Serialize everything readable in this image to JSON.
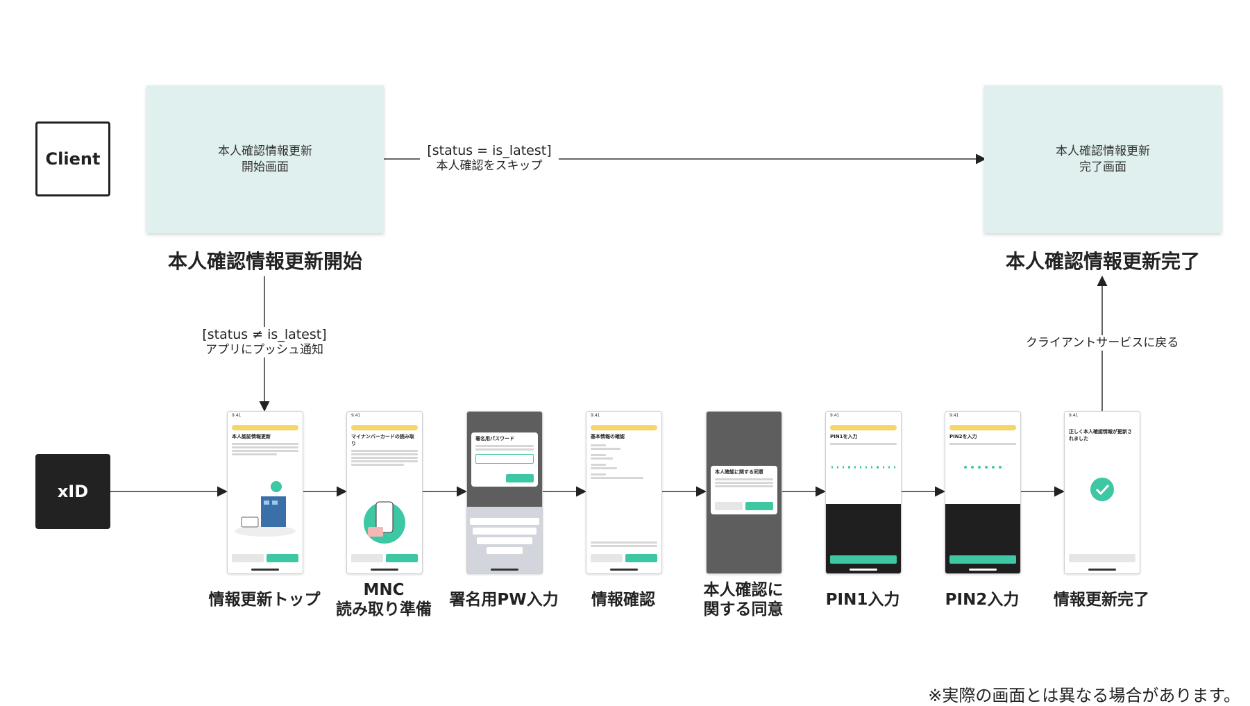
{
  "lanes": {
    "client": "Client",
    "xid": "xID"
  },
  "client_boxes": {
    "start": {
      "line1": "本人確認情報更新",
      "line2": "開始画面"
    },
    "end": {
      "line1": "本人確認情報更新",
      "line2": "完了画面"
    }
  },
  "headings": {
    "start": "本人確認情報更新開始",
    "end": "本人確認情報更新完了"
  },
  "edges": {
    "skip": {
      "code": "[status = is_latest]",
      "text": "本人確認をスキップ"
    },
    "push": {
      "code": "[status ≠ is_latest]",
      "text": "アプリにプッシュ通知"
    },
    "back": {
      "text": "クライアントサービスに戻る"
    }
  },
  "screens": [
    {
      "cap1": "情報更新トップ",
      "cap2": "",
      "title": "本人認証情報更新"
    },
    {
      "cap1": "MNC",
      "cap2": "読み取り準備",
      "title": "マイナンバーカードの読み取り"
    },
    {
      "cap1": "署名用PW入力",
      "cap2": "",
      "title": "署名用パスワード"
    },
    {
      "cap1": "情報確認",
      "cap2": "",
      "title": "基本情報の確認"
    },
    {
      "cap1": "本人確認に",
      "cap2": "関する同意",
      "title": "本人確認に関する同意"
    },
    {
      "cap1": "PIN1入力",
      "cap2": "",
      "title": "PIN1を入力"
    },
    {
      "cap1": "PIN2入力",
      "cap2": "",
      "title": "PIN2を入力"
    },
    {
      "cap1": "情報更新完了",
      "cap2": "",
      "title": "正しく本人確認情報が更新されました"
    }
  ],
  "footnote": "※実際の画面とは異なる場合があります。",
  "colors": {
    "box_fill": "#dff0ee",
    "accent": "#3ec7a3",
    "banner": "#f6d66a",
    "dark": "#222222"
  }
}
